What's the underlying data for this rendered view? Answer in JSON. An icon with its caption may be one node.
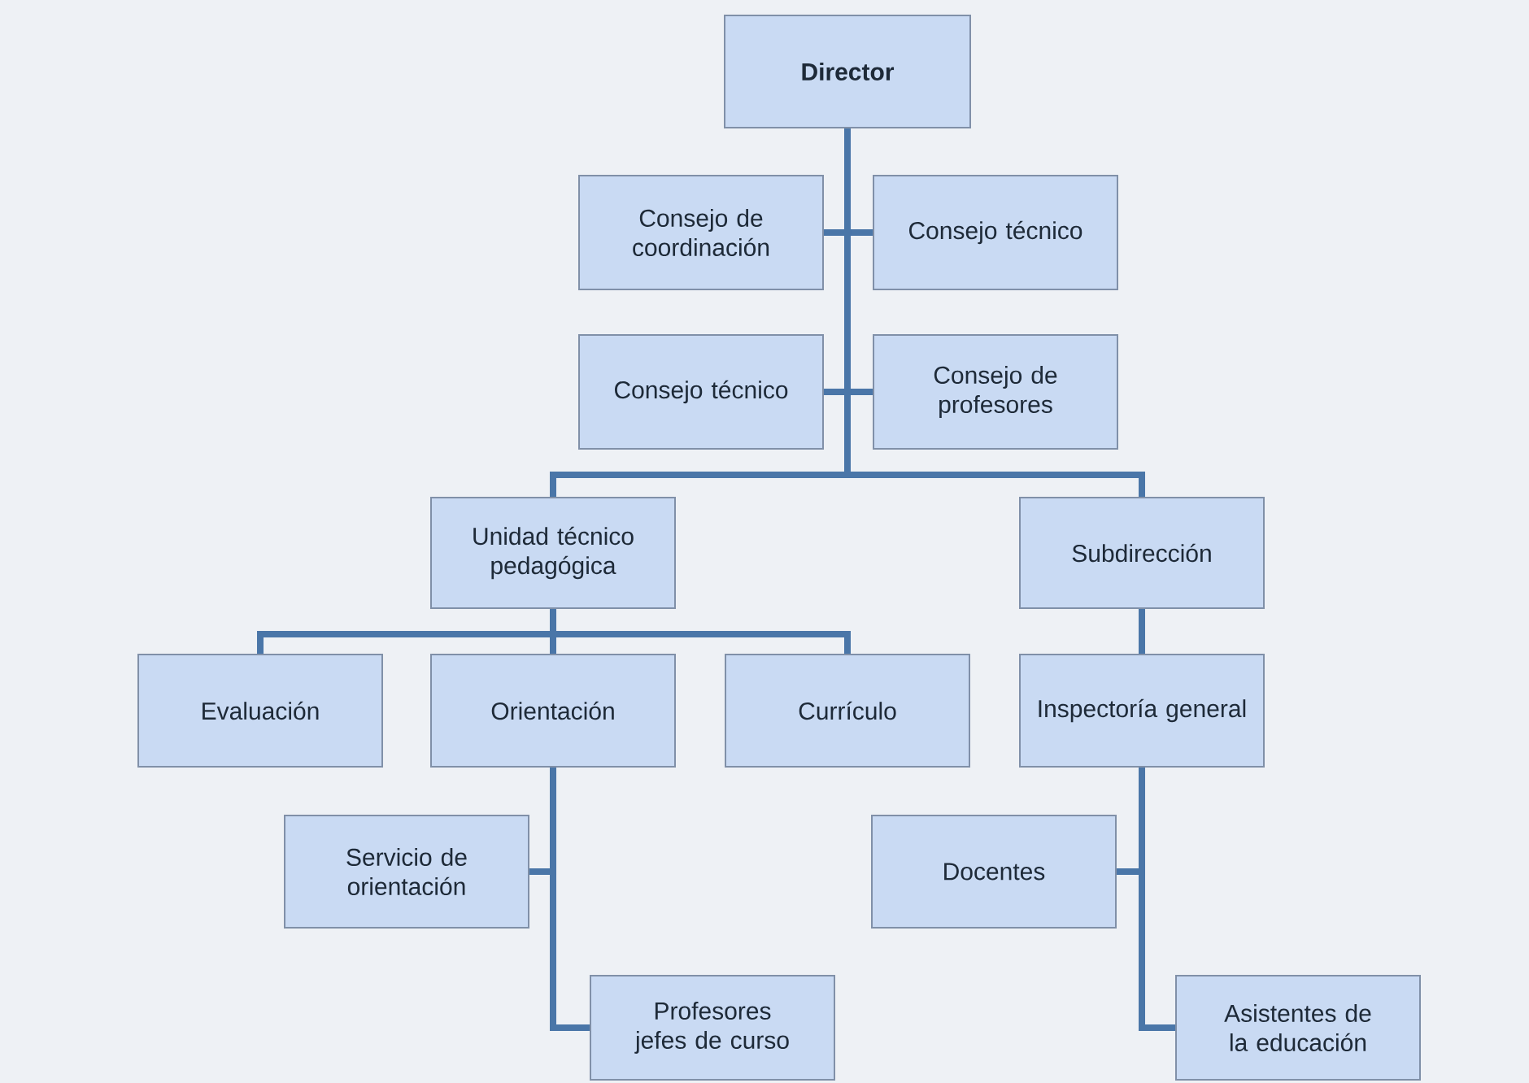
{
  "diagram": {
    "nodes": [
      {
        "text": [
          "Director"
        ]
      },
      {
        "text": [
          "Consejo de coordinación"
        ]
      },
      {
        "text": [
          "Consejo técnico"
        ]
      },
      {
        "text": [
          "Consejo técnico"
        ]
      },
      {
        "text": [
          "Consejo de profesores"
        ]
      },
      {
        "text": [
          "Unidad técnico pedagógica"
        ]
      },
      {
        "text": [
          "Subdirección"
        ]
      },
      {
        "text": [
          "Evaluación"
        ]
      },
      {
        "text": [
          "Orientación"
        ]
      },
      {
        "text": [
          "Currículo"
        ]
      },
      {
        "text": [
          "Inspectoría general"
        ]
      },
      {
        "text": [
          "Servicio de orientación"
        ]
      },
      {
        "text": [
          "Docentes"
        ]
      },
      {
        "text": [
          "Profesores jefes de curso"
        ]
      },
      {
        "text": [
          "Asistentes de la educación"
        ]
      }
    ],
    "edges": [
      {
        "from": 0,
        "to": 1,
        "arrow": "none"
      },
      {
        "from": 0,
        "to": 2,
        "arrow": "none"
      },
      {
        "from": 0,
        "to": 3,
        "arrow": "none"
      },
      {
        "from": 0,
        "to": 4,
        "arrow": "none"
      },
      {
        "from": 0,
        "to": 5,
        "arrow": "none"
      },
      {
        "from": 0,
        "to": 6,
        "arrow": "none"
      },
      {
        "from": 5,
        "to": 7,
        "arrow": "none"
      },
      {
        "from": 5,
        "to": 8,
        "arrow": "none"
      },
      {
        "from": 5,
        "to": 9,
        "arrow": "none"
      },
      {
        "from": 6,
        "to": 10,
        "arrow": "none"
      },
      {
        "from": 8,
        "to": 11,
        "arrow": "none"
      },
      {
        "from": 8,
        "to": 13,
        "arrow": "none"
      },
      {
        "from": 10,
        "to": 12,
        "arrow": "none"
      },
      {
        "from": 10,
        "to": 14,
        "arrow": "none"
      }
    ]
  }
}
